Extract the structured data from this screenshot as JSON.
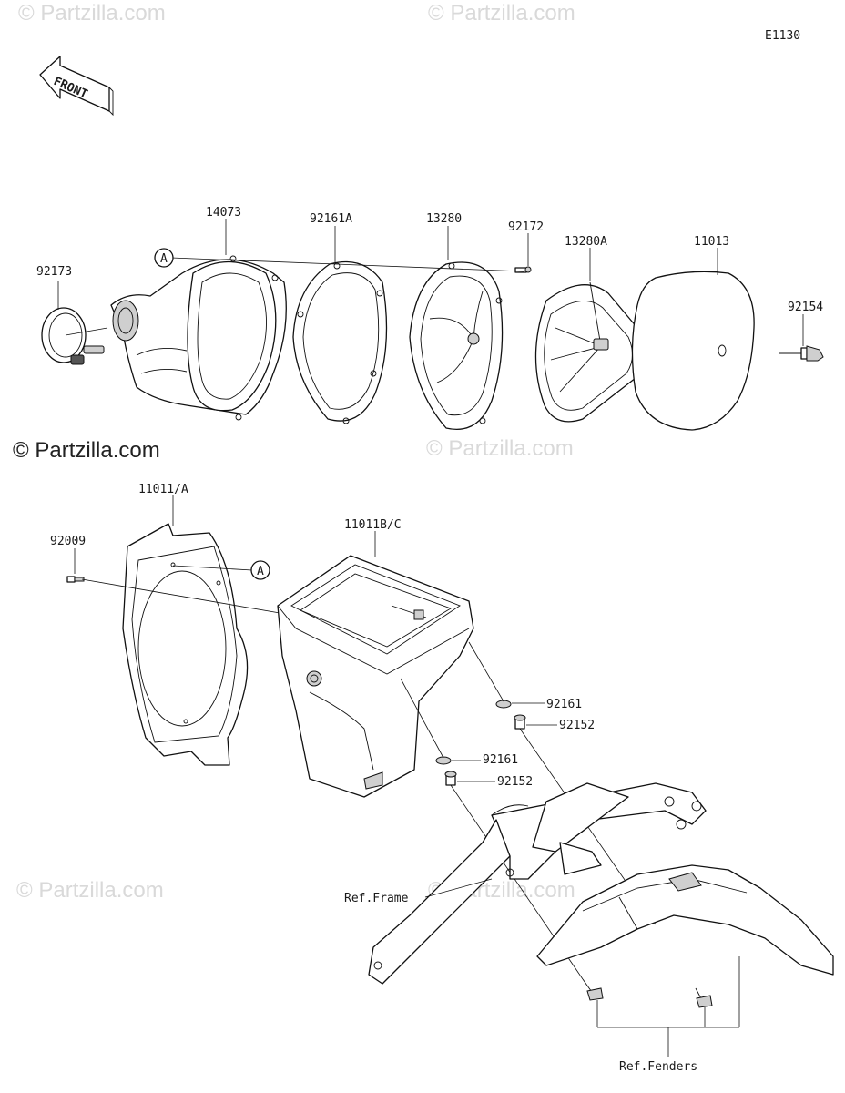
{
  "diagram_code": "E1130",
  "front_arrow_label": "FRONT",
  "watermark_text": "© Partzilla.com",
  "callout_marker": "A",
  "parts": {
    "p14073": "14073",
    "p92161A": "92161A",
    "p13280": "13280",
    "p92172": "92172",
    "p13280A": "13280A",
    "p11013": "11013",
    "p92173": "92173",
    "p92154": "92154",
    "p11011A": "11011/A",
    "p92009": "92009",
    "p11011BC": "11011B/C",
    "p92161_upper": "92161",
    "p92152_upper": "92152",
    "p92161_lower": "92161",
    "p92152_lower": "92152"
  },
  "refs": {
    "frame": "Ref.Frame",
    "fenders": "Ref.Fenders"
  }
}
